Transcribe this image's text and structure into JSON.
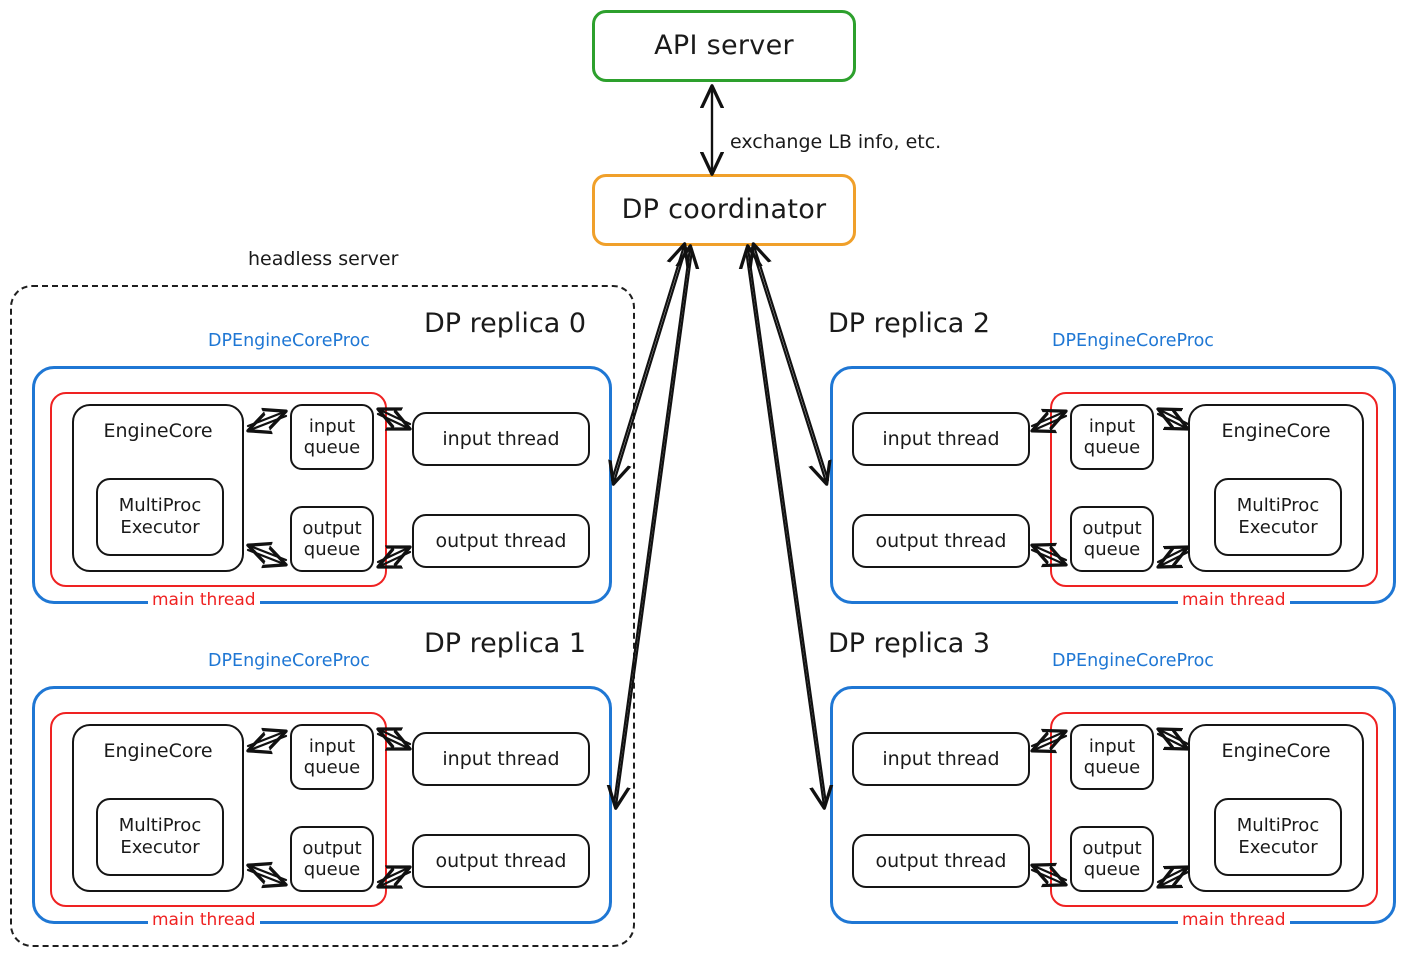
{
  "diagram": {
    "title_nodes": {
      "api_server": "API server",
      "dp_coordinator": "DP coordinator"
    },
    "edge_labels": {
      "coordinator_to_api": "exchange LB info, etc."
    },
    "group_labels": {
      "headless_server": "headless server"
    },
    "colors": {
      "api_server_border": "#2da02d",
      "coordinator_border": "#f0a02a",
      "process_border": "#1f77d4",
      "main_thread_border": "#ef2222",
      "node_border": "#151515",
      "dashed_border": "#1f1f1f",
      "background": "#ffffff"
    },
    "node_labels": {
      "engine_core": "EngineCore",
      "multiproc_executor": "MultiProc\nExecutor",
      "multiproc_executor_line1": "MultiProc",
      "multiproc_executor_line2": "Executor",
      "input_queue_line1": "input",
      "input_queue_line2": "queue",
      "output_queue_line1": "output",
      "output_queue_line2": "queue",
      "input_thread": "input thread",
      "output_thread": "output thread",
      "process_label": "DPEngineCoreProc",
      "main_thread_label": "main thread"
    },
    "replicas": [
      {
        "title": "DP replica 0",
        "orientation": "left",
        "inside_headless_server": true
      },
      {
        "title": "DP replica 1",
        "orientation": "left",
        "inside_headless_server": true
      },
      {
        "title": "DP replica 2",
        "orientation": "right",
        "inside_headless_server": false
      },
      {
        "title": "DP replica 3",
        "orientation": "right",
        "inside_headless_server": false
      }
    ]
  }
}
